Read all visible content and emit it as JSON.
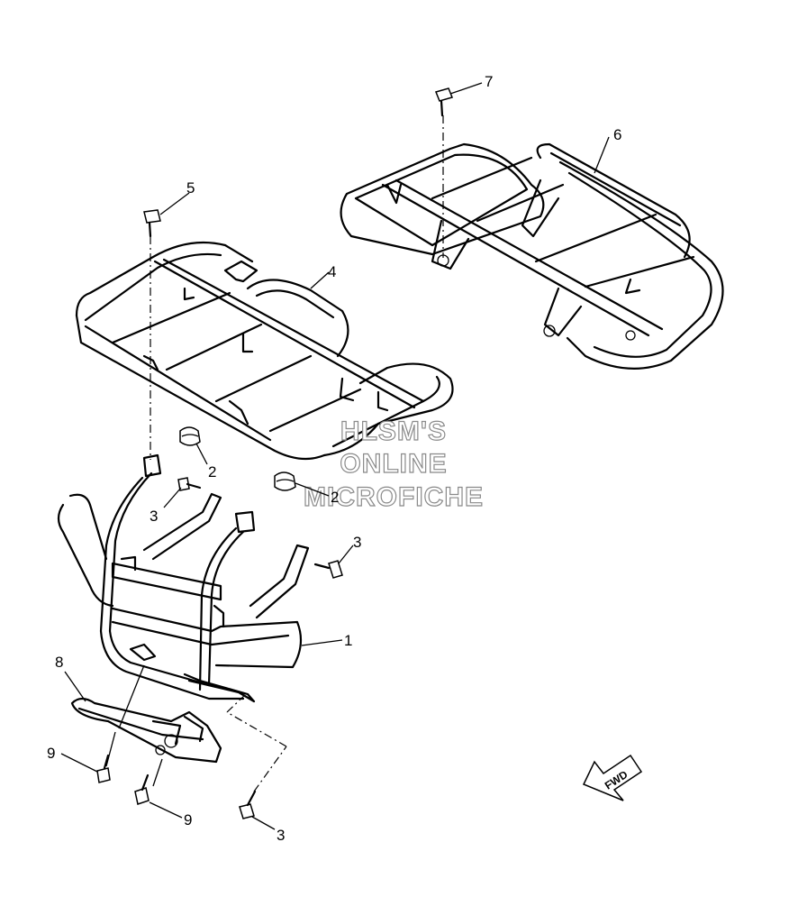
{
  "callouts": {
    "c1": "1",
    "c2a": "2",
    "c2b": "2",
    "c3a": "3",
    "c3b": "3",
    "c3c": "3",
    "c4": "4",
    "c5": "5",
    "c6": "6",
    "c7": "7",
    "c8": "8",
    "c9a": "9",
    "c9b": "9"
  },
  "watermark": {
    "line1": "HLSM'S",
    "line2": "ONLINE",
    "line3": "MICROFICHE"
  },
  "fwd_label": "FWD",
  "parts": {
    "front_guard": "part-1",
    "grommet": "part-2",
    "bolt": "part-3",
    "front_carrier": "part-4",
    "carrier_bolt": "part-5",
    "rear_carrier": "part-6",
    "rear_carrier_bolt": "part-7",
    "bracket": "part-8",
    "bracket_bolt": "part-9"
  }
}
